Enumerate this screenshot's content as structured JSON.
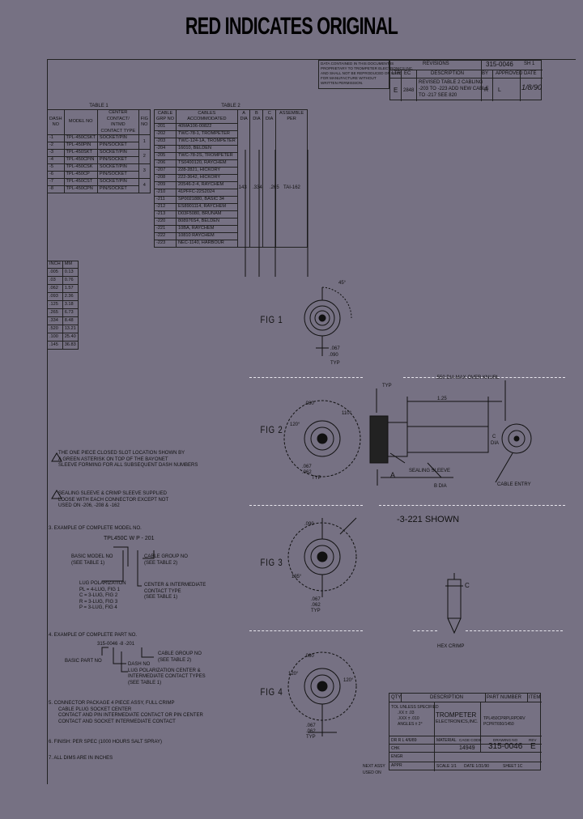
{
  "title": "RED INDICATES ORIGINAL",
  "revisions": {
    "header_left": "REVISIONS",
    "doc_no": "315-0046",
    "sheet": "SH 1",
    "note_lines": [
      "DATA CONTAINED IN THIS DOCUMENT IS",
      "PROPRIETARY TO TROMPETER ELECTRONICS INC.",
      "AND SHALL NOT BE REPRODUCED OR USED",
      "FOR MANUFACTURE WITHOUT",
      "WRITTEN PERMISSION."
    ],
    "cols": [
      "LTR",
      "EC",
      "DESCRIPTION",
      "BY",
      "APPROVED",
      "DATE"
    ],
    "row": {
      "ltr": "E",
      "ec": "2848",
      "desc": [
        "REVISED TABLE 2 CABLING",
        "-203 TO -223 ADD NEW CABLE",
        "TO -217 SEE 820"
      ],
      "by": "R",
      "approved": "L",
      "date": "1/8/90"
    }
  },
  "table1": {
    "title": "TABLE 1",
    "headers": [
      "DASH NO",
      "MODEL NO",
      "CENTER CONTACT/ INTMD CONTACT TYPE",
      "FIG NO"
    ],
    "rows": [
      [
        "-1",
        "TPL-450CSKT",
        "SOCKET/PIN"
      ],
      [
        "-2",
        "TPL-450PIN",
        "PIN/SOCKET"
      ],
      [
        "-3",
        "TPL-450SKT",
        "SOCKET/PIN"
      ],
      [
        "-4",
        "TPL-450CPIN",
        "PIN/SOCKET"
      ],
      [
        "-5",
        "TPL-450CSK",
        "SOCKET/PIN"
      ],
      [
        "-6",
        "TPL-450CP",
        "PIN/SOCKET"
      ],
      [
        "-7",
        "TPL-450CST",
        "SOCKET/PIN"
      ],
      [
        "-8",
        "TPL-450CPN",
        "PIN/SOCKET"
      ]
    ],
    "figs": [
      "1",
      "2",
      "3",
      "4"
    ]
  },
  "table2": {
    "title": "TABLE 2",
    "headers": [
      "CABLE GRP NO",
      "CABLES ACCOMMODATED",
      "A DIA",
      "B DIA",
      "C DIA",
      "ASSEMBLE PER"
    ],
    "rows": [
      [
        "-201",
        "40MA106-00822"
      ],
      [
        "-202",
        "TWC-78-1, TROMPETER"
      ],
      [
        "-203",
        "TWC-124-1A, TROMPETER"
      ],
      [
        "-204",
        "16010, BELDEN"
      ],
      [
        "-205",
        "TWC-78-2S, TROMPETER"
      ],
      [
        "-206",
        "TS0400120, RAYCHEM"
      ],
      [
        "-207",
        "228-2821, HICKORY"
      ],
      [
        "-208",
        "222-3642, HICKORY"
      ],
      [
        "-209",
        "20546-2-4, RAYCHEM"
      ],
      [
        "-210",
        "41PFFC-22S2024"
      ],
      [
        "-211",
        "SP0021880, BASIC 34"
      ],
      [
        "-212",
        "ES8901114, RAYCHEM"
      ],
      [
        "-213",
        "D03F5080, BRUNAM"
      ],
      [
        "-220",
        "808976S4, BELDEN"
      ],
      [
        "-221",
        "10BA, RAYCHEM"
      ],
      [
        "-222",
        "10810 RAYCHEM"
      ],
      [
        "-223",
        "NEC-1140, HARBOUR"
      ]
    ],
    "merged": {
      "a": ".143",
      "b": ".334",
      "c": ".265",
      "assemble": "TAI-162"
    }
  },
  "table3": {
    "headers": [
      "INCH",
      "MM"
    ],
    "rows": [
      [
        ".005",
        "0.13"
      ],
      [
        ".03",
        "0.76"
      ],
      [
        ".062",
        "1.57"
      ],
      [
        ".093",
        "2.36"
      ],
      [
        ".125",
        "3.18"
      ],
      [
        ".265",
        "6.73"
      ],
      [
        ".334",
        "8.48"
      ],
      [
        ".520",
        "13.21"
      ],
      [
        ".100",
        "25.40"
      ],
      [
        ".145",
        "36.83"
      ]
    ]
  },
  "figures": {
    "fig1": "FIG 1",
    "fig2": "FIG 2",
    "fig3": "FIG 3",
    "fig4": "FIG 4",
    "fig1_dims": [
      ".067",
      "TYP",
      ".090",
      "45°"
    ],
    "fig2_dims": [
      ".080",
      "120°",
      ".067",
      ".062",
      "TYP",
      "TYP",
      "110°",
      "1.25",
      "C",
      "DIA",
      "A",
      "B DIA",
      ".550 DIA MAX OVER KNURL",
      "SEALING SLEEVE",
      "CABLE ENTRY"
    ],
    "fig3_dims": [
      ".090",
      ".067",
      ".062",
      "TYP",
      "135°"
    ],
    "fig4_dims": [
      ".080",
      "120°",
      ".067",
      ".062",
      "TYP",
      "120°"
    ],
    "shown": "-3-221 SHOWN",
    "hex_crimp": "HEX CRIMP",
    "hex_c": "C"
  },
  "notes": {
    "n1": [
      "THE ONE PIECE CLOSED SLOT LOCATION SHOWN BY",
      "A GREEN ASTERISK ON TOP OF THE BAYONET",
      "SLEEVE FORMING FOR ALL SUBSEQUENT DASH NUMBERS"
    ],
    "n2": [
      "SEALING SLEEVE & CRIMP SLEEVE SUPPLIED",
      "LOOSE WITH EACH CONNECTOR EXCEPT NOT",
      "USED ON -206, -208 & -162"
    ],
    "n3_title": "3.  EXAMPLE OF COMPLETE MODEL NO.",
    "n3_code": "TPL450C  W  P - 201",
    "n3_basic": [
      "BASIC MODEL NO",
      "(SEE TABLE 1)"
    ],
    "n3_cable": [
      "CABLE GROUP NO",
      "(SEE TABLE 2)"
    ],
    "n3_lug": [
      "LUG POLARIZATION",
      "PL = 4-LUG, FIG 1",
      "C = 3-LUG, FIG 2",
      "R = 3-LUG, FIG 3",
      "P = 3-LUG, FIG 4"
    ],
    "n3_center": [
      "CENTER & INTERMEDIATE",
      "CONTACT TYPE",
      "(SEE TABLE 1)"
    ],
    "n4_title": "4.  EXAMPLE OF COMPLETE PART NO.",
    "n4_code": "315-0046 -8 -201",
    "n4_basic": "BASIC PART NO",
    "n4_cable": [
      "CABLE GROUP NO",
      "(SEE TABLE 2)"
    ],
    "n4_dash": [
      "DASH NO",
      "LUG POLARIZATION CENTER &",
      "INTERMEDIATE CONTACT TYPES",
      "(SEE TABLE 1)"
    ],
    "n5": [
      "5.  CONNECTOR PACKAGE 4 PIECE ASSY, FULL CRIMP",
      "CABLE PLUG SOCKET CENTER",
      "CONTACT AND PIN INTERMEDIATE CONTACT OR PIN CENTER",
      "CONTACT AND SOCKET INTERMEDIATE CONTACT"
    ],
    "n6": "6.  FINISH: PER SPEC (1000 HOURS SALT SPRAY)",
    "n7": "7.  ALL DIMS ARE IN INCHES"
  },
  "titleblock": {
    "qty": "QTY",
    "description": "DESCRIPTION",
    "part_number": "PART NUMBER",
    "item": "ITEM",
    "tolerances": [
      "TOL UNLESS SPECIFIED",
      ".XX ± .03",
      ".XXX ± .010",
      "ANGLES ± 2°"
    ],
    "company": [
      "TROMPETER",
      "ELECTRONICS,INC."
    ],
    "title_lines": [
      "TPL450CPRPLRPDRV",
      "PCPRT650/1450"
    ],
    "dr": "DR  R L  4/6/89",
    "chk": "CHK",
    "engr": "ENGR",
    "appr": "APPR",
    "material": "MATERIAL",
    "cage_label": "CAGE CODE",
    "cage": "14949",
    "size_label": "SIZE",
    "drawing_label": "DRAWING NO",
    "drawing": "315-0046",
    "rev_label": "REV",
    "rev": "E",
    "scale": "SCALE  1/1",
    "next_assy": "NEXT ASSY",
    "used_on": "USED ON",
    "date": "DATE  1/31/90",
    "sheet": "SHEET  1C"
  }
}
